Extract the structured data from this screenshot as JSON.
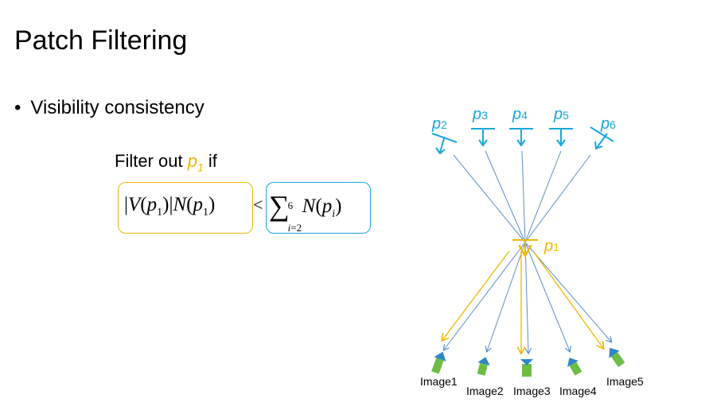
{
  "title": "Patch Filtering",
  "bullet": "Visibility consistency",
  "filter": {
    "prefix": "Filter out",
    "var": "p1",
    "suffix": "if"
  },
  "formula": {
    "left": "|V(p1)|N(p1)",
    "operator": "<",
    "right": "Σ_{i=2}^{6} N(p_i)"
  },
  "diagram": {
    "points_top": [
      "p2",
      "p3",
      "p4",
      "p5",
      "p6"
    ],
    "point_center": "p1",
    "cameras": [
      "Image1",
      "Image2",
      "Image3",
      "Image4",
      "Image5"
    ]
  },
  "colors": {
    "yellow": "#f2b600",
    "blue": "#1aa7d9",
    "line": "#5b8fc9",
    "camera_body": "#6cbd45"
  }
}
